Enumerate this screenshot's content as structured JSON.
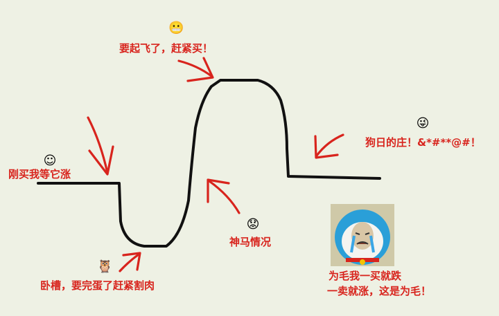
{
  "labels": {
    "buy_wait": "刚买我等它涨",
    "take_off": "要起飞了，赶紧买！",
    "what_happen": "神马情况",
    "dog_dealer": "狗日的庄！&*#**@#！",
    "crash": "卧槽，要完蛋了赶紧割肉",
    "why_line1": "为毛我一买就跌",
    "why_line2": "一卖就涨，这是为毛！"
  },
  "colors": {
    "text": "#d8241d",
    "arrow": "#d8241d",
    "curve": "#111111",
    "background": "#eef1e4"
  },
  "icons": [
    "smile-emoji-icon",
    "fire-emoji-icon",
    "grimace-emoji-icon",
    "wink-emoji-icon",
    "owl-emoji-icon",
    "crying-doraemon-meme"
  ]
}
